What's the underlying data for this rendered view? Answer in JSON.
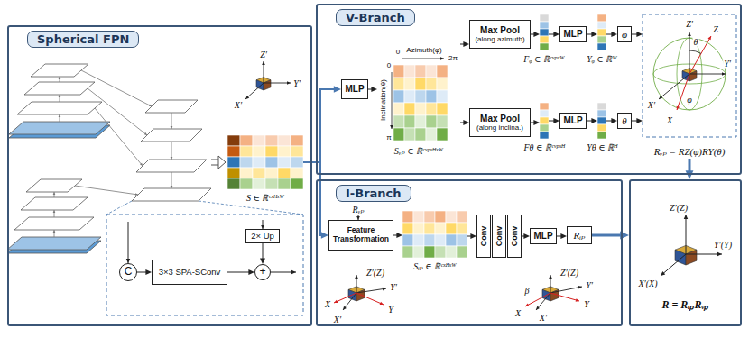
{
  "diagram": {
    "nodes": [
      {
        "text": [
          "Spherical FPN"
        ]
      },
      {
        "text": [
          "C"
        ],
        "in": 0
      },
      {
        "text": [
          "3×3 SPA-SConv"
        ],
        "in": 0
      },
      {
        "text": [
          "2× Up"
        ],
        "in": 0
      },
      {
        "text": [
          "+"
        ],
        "in": 0
      },
      {
        "text": [
          "S ∈ ℝᶜˣᴴˣᵂ"
        ],
        "in": 0
      },
      {
        "text": [
          "V-Branch"
        ]
      },
      {
        "text": [
          "MLP"
        ],
        "in": 6
      },
      {
        "text": [
          "Sᵥₚ ∈ ℝᶜᵛᵖˣᴴˣᵂ"
        ],
        "in": 6
      },
      {
        "text": [
          "Max Pool",
          "(along azimuth)"
        ],
        "in": 6
      },
      {
        "text": [
          "Fᵩ ∈ ℝᶜᵛᵖˣᵂ"
        ],
        "in": 6
      },
      {
        "text": [
          "MLP"
        ],
        "in": 6
      },
      {
        "text": [
          "Yᵩ ∈ ℝᵂ"
        ],
        "in": 6
      },
      {
        "text": [
          "φ"
        ],
        "in": 6
      },
      {
        "text": [
          "Max Pool",
          "(along inclina.)"
        ],
        "in": 6
      },
      {
        "text": [
          "Fθ ∈ ℝᶜᵛᵖˣᴴ"
        ],
        "in": 6
      },
      {
        "text": [
          "MLP"
        ],
        "in": 6
      },
      {
        "text": [
          "Yθ ∈ ℝᴴ"
        ],
        "in": 6
      },
      {
        "text": [
          "θ"
        ],
        "in": 6
      },
      {
        "text": [
          "Rᵥₚ = RZ(φ)RY(θ)"
        ],
        "in": 6
      },
      {
        "text": [
          "I-Branch"
        ]
      },
      {
        "text": [
          "Feature Transformation"
        ],
        "in": 20
      },
      {
        "text": [
          "Sᵢₚ ∈ ℝᶜˣᴴˣᵂ"
        ],
        "in": 20
      },
      {
        "text": [
          "Conv"
        ],
        "in": 20
      },
      {
        "text": [
          "Conv"
        ],
        "in": 20
      },
      {
        "text": [
          "Conv"
        ],
        "in": 20
      },
      {
        "text": [
          "MLP"
        ],
        "in": 20
      },
      {
        "text": [
          "Rᵢₚ"
        ],
        "in": 20
      },
      {
        "text": [
          "R = RᵢₚRᵥₚ"
        ]
      }
    ],
    "edges": [
      {
        "from": 1,
        "to": 2,
        "arrow": "to"
      },
      {
        "from": 2,
        "to": 4,
        "arrow": "to"
      },
      {
        "from": 3,
        "to": 4,
        "arrow": "to"
      },
      {
        "from": 5,
        "to": 7,
        "arrow": "to"
      },
      {
        "from": 5,
        "to": 21,
        "arrow": "to"
      },
      {
        "from": 7,
        "to": 8,
        "arrow": "to"
      },
      {
        "from": 8,
        "to": 9,
        "arrow": "to"
      },
      {
        "from": 8,
        "to": 14,
        "arrow": "to"
      },
      {
        "from": 9,
        "to": 10,
        "arrow": "to"
      },
      {
        "from": 10,
        "to": 11,
        "arrow": "to"
      },
      {
        "from": 11,
        "to": 12,
        "arrow": "to"
      },
      {
        "from": 12,
        "to": 13,
        "arrow": "to"
      },
      {
        "from": 13,
        "to": 19,
        "arrow": "to"
      },
      {
        "from": 14,
        "to": 15,
        "arrow": "to"
      },
      {
        "from": 15,
        "to": 16,
        "arrow": "to"
      },
      {
        "from": 16,
        "to": 17,
        "arrow": "to"
      },
      {
        "from": 17,
        "to": 18,
        "arrow": "to"
      },
      {
        "from": 18,
        "to": 19,
        "arrow": "to"
      },
      {
        "from": 19,
        "to": 28,
        "arrow": "to"
      },
      {
        "from": 21,
        "to": 22,
        "arrow": "to"
      },
      {
        "from": 22,
        "to": 23,
        "arrow": "to"
      },
      {
        "from": 25,
        "to": 26,
        "arrow": "to"
      },
      {
        "from": 26,
        "to": 27,
        "arrow": "to"
      },
      {
        "from": 27,
        "to": 28,
        "arrow": "to"
      }
    ],
    "labels": [
      "Z′",
      "Y′",
      "X′",
      "0",
      "Azimuth(φ)",
      "2π",
      "Inclination(θ)",
      "0",
      "π",
      "Z′",
      "Z",
      "θ",
      "φ",
      "Y′",
      "X′",
      "X",
      "Rᵥₚ",
      "Z′(Z)",
      "Y′",
      "X",
      "X′",
      "Y",
      "Z′(Z)",
      "Y′",
      "β",
      "X",
      "X′",
      "Y",
      "Z′(Z)",
      "Y′(Y)",
      "X′(X)"
    ]
  }
}
